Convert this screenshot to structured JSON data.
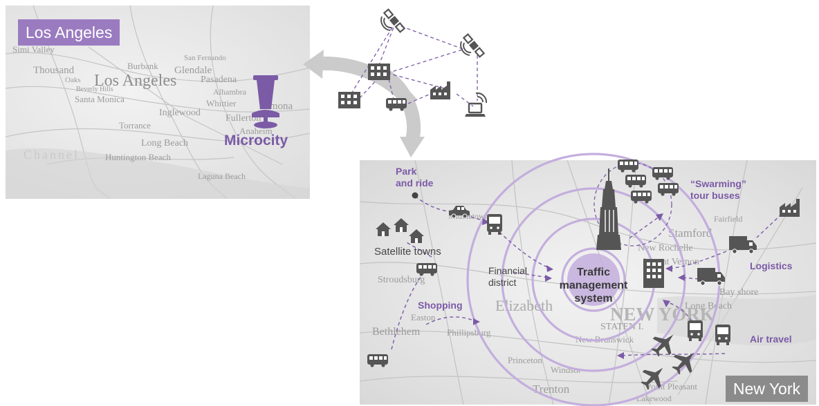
{
  "la": {
    "title": "Los Angeles",
    "marker_label": "Microcity",
    "places": [
      "Simi Valley",
      "San Fernando",
      "Burbank",
      "Glendale",
      "Thousand",
      "Oaks",
      "Los Angeles",
      "Beverly Hills",
      "Pasadena",
      "Santa Monica",
      "Alhambra",
      "Whittier",
      "Pomona",
      "Inglewood",
      "Fullerton",
      "Torrance",
      "Anaheim",
      "Long Beach",
      "Huntington Beach",
      "Channel",
      "Laguna Beach"
    ]
  },
  "ny": {
    "title": "New York",
    "labels": {
      "park_and_ride": "Park\nand ride",
      "swarming": "“Swarming”\ntour buses",
      "satellite": "Satellite towns",
      "financial": "Financial\ndistrict",
      "traffic": "Traffic\nmanagement\nsystem",
      "logistics": "Logistics",
      "shopping": "Shopping",
      "air_travel": "Air travel"
    },
    "places": [
      "Middletown",
      "Stamford",
      "Fairfield",
      "New Rochelle",
      "Mount Vernon",
      "Bay shore",
      "Long Beach",
      "Stroudsburg",
      "Elizabeth",
      "NEW YORK",
      "Easton",
      "Bethlehem",
      "Phillipsburg",
      "New Brunswick",
      "Princeton",
      "Windsor",
      "Trenton",
      "Point Pleasant",
      "Lakewood",
      "STATEN I."
    ]
  },
  "colors": {
    "purple": "#7b5aa6",
    "light_purple": "#c9b3e0",
    "icon_gray": "#555555",
    "arrow_gray": "#c8c8c8"
  }
}
